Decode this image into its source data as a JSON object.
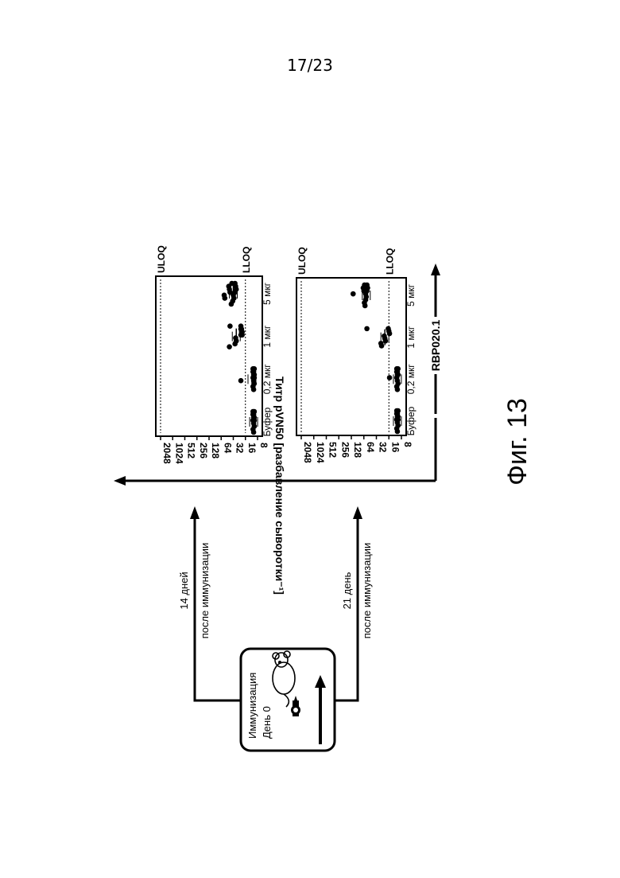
{
  "page_number": "17/23",
  "figure_caption": "Фиг. 13",
  "immunization_box": {
    "line1": "Иммунизация",
    "line2": "День 0"
  },
  "branches": [
    {
      "line1": "14 дней",
      "line2": "после иммунизации"
    },
    {
      "line1": "21 день",
      "line2": "после иммунизации"
    }
  ],
  "y_axis_title": "Титр pVN50 [разбавление сыворотки⁻¹]",
  "x_group_title": "RBP020.1",
  "icons": [
    "mouse-icon",
    "syringe-icon",
    "arrow-icon"
  ],
  "chart_data": [
    {
      "type": "scatter",
      "panel": "14 дней",
      "categories": [
        "Буфер",
        "0,2 мкг",
        "1 мкг",
        "5 мкг"
      ],
      "yticks": [
        "2048",
        "1024",
        "512",
        "256",
        "128",
        "64",
        "32",
        "16",
        "8"
      ],
      "yscale": "log2",
      "ylim": [
        8,
        2048
      ],
      "reference_lines": [
        {
          "label": "ULOQ",
          "value": 2048
        },
        {
          "label": "LLOQ",
          "value": 16
        }
      ],
      "series": [
        {
          "category": "Буфер",
          "values": [
            10,
            10,
            10,
            10,
            10,
            10,
            10,
            10,
            10,
            10,
            10,
            10
          ],
          "mean": 10
        },
        {
          "category": "0,2 мкг",
          "values": [
            10,
            10,
            10,
            10,
            10,
            10,
            10,
            10,
            10,
            10,
            10,
            10,
            20
          ],
          "mean": 11
        },
        {
          "category": "1 мкг",
          "values": [
            20,
            20,
            20,
            20,
            28,
            28,
            28,
            40,
            40,
            20,
            20,
            20
          ],
          "mean": 27
        },
        {
          "category": "5 мкг",
          "values": [
            28,
            28,
            28,
            28,
            32,
            32,
            32,
            36,
            36,
            40,
            40,
            40,
            52,
            52
          ],
          "mean": 32
        }
      ]
    },
    {
      "type": "scatter",
      "panel": "21 день",
      "categories": [
        "Буфер",
        "0,2 мкг",
        "1 мкг",
        "5 мкг"
      ],
      "yticks": [
        "2048",
        "1024",
        "512",
        "256",
        "128",
        "64",
        "32",
        "16",
        "8"
      ],
      "yscale": "log2",
      "ylim": [
        8,
        2048
      ],
      "reference_lines": [
        {
          "label": "ULOQ",
          "value": 2048
        },
        {
          "label": "LLOQ",
          "value": 16
        }
      ],
      "series": [
        {
          "category": "Буфер",
          "values": [
            10,
            10,
            10,
            10,
            10,
            10,
            10,
            10,
            10,
            10,
            10,
            10
          ],
          "mean": 10
        },
        {
          "category": "0,2 мкг",
          "values": [
            10,
            10,
            10,
            10,
            10,
            10,
            10,
            10,
            10,
            10,
            10,
            16
          ],
          "mean": 10
        },
        {
          "category": "1 мкг",
          "values": [
            16,
            16,
            16,
            20,
            20,
            20,
            24,
            24,
            56
          ],
          "mean": 20
        },
        {
          "category": "5 мкг",
          "values": [
            52,
            52,
            56,
            56,
            56,
            60,
            60,
            60,
            64,
            64,
            64,
            120
          ],
          "mean": 56
        }
      ]
    }
  ]
}
